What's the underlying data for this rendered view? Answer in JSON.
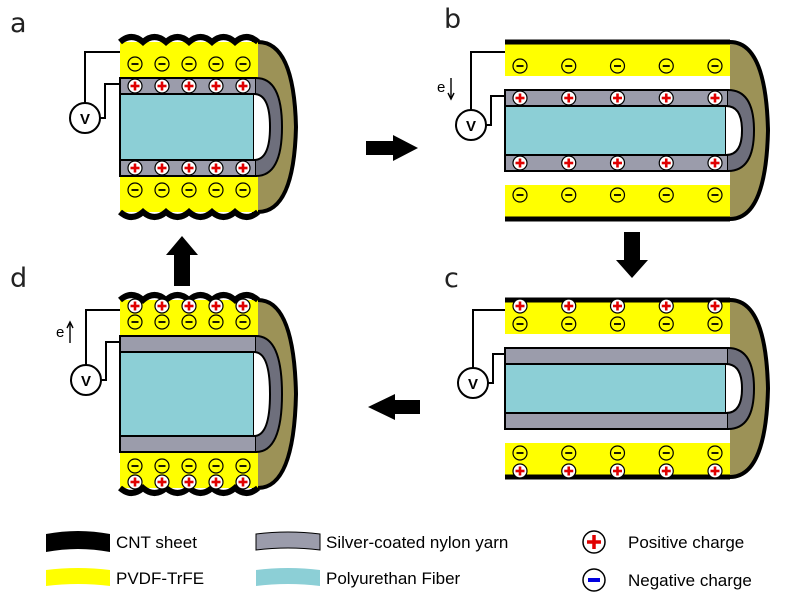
{
  "panels": [
    {
      "id": "a",
      "label": "a",
      "voltmeter": "V",
      "electron": ""
    },
    {
      "id": "b",
      "label": "b",
      "voltmeter": "V",
      "electron": "e"
    },
    {
      "id": "c",
      "label": "c",
      "voltmeter": "V",
      "electron": ""
    },
    {
      "id": "d",
      "label": "d",
      "voltmeter": "V",
      "electron": "e"
    }
  ],
  "legend": [
    {
      "key": "cnt",
      "label": "CNT sheet",
      "color": "#000000"
    },
    {
      "key": "pvdf",
      "label": "PVDF-TrFE",
      "color": "#ffff00"
    },
    {
      "key": "silver",
      "label": "Silver-coated nylon yarn",
      "color": "#9b9cab"
    },
    {
      "key": "pu",
      "label": "Polyurethan Fiber",
      "color": "#8ccfd6"
    },
    {
      "key": "pos",
      "label": "Positive charge",
      "symbol": "+",
      "color": "#e00000"
    },
    {
      "key": "neg",
      "label": "Negative charge",
      "symbol": "−",
      "color": "#0000e0"
    }
  ],
  "colors": {
    "cnt": "#000000",
    "pvdf": "#ffff00",
    "silver": "#9b9cab",
    "silver_dark": "#6e6f7c",
    "pu": "#8ccfd6",
    "cap": "#9c9257",
    "arrow": "#000000"
  }
}
